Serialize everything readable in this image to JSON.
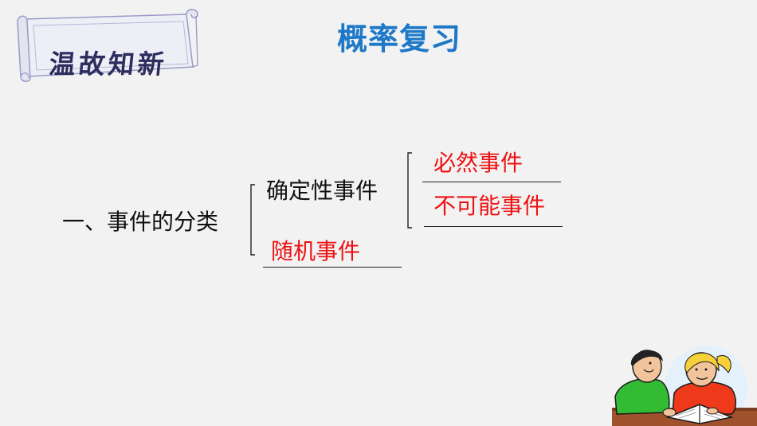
{
  "banner": {
    "text": "温故知新"
  },
  "title": "概率复习",
  "content": {
    "heading": "一、事件的分类",
    "deterministic": "确定性事件",
    "certain": "必然事件",
    "impossible": "不可能事件",
    "random": "随机事件"
  },
  "colors": {
    "title": "#1e78c8",
    "answer": "#ee1111",
    "banner_text": "#2d2d5e",
    "banner_fill": "#eeeef6",
    "banner_stroke": "#9a9ac8"
  },
  "decoration": {
    "illustration": "two-children-reading-book"
  }
}
